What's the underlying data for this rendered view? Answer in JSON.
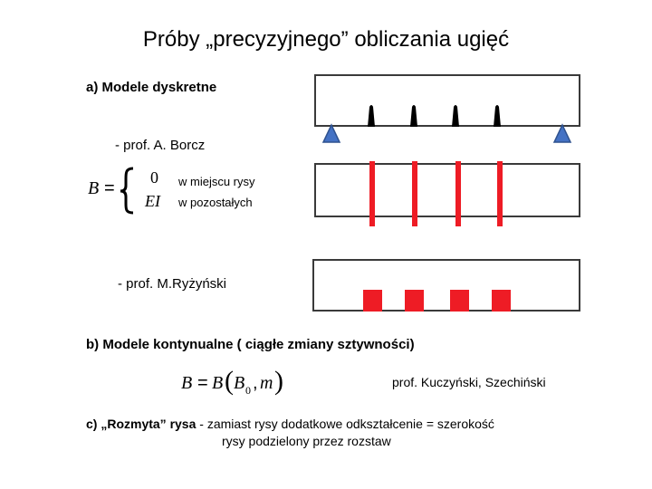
{
  "title": "Próby „precyzyjnego” obliczania ugięć",
  "section_a": {
    "heading": "a)   Modele dyskretne",
    "author1": "- prof. A. Borcz",
    "formula": {
      "lhs": "B",
      "eq": "=",
      "case1_value": "0",
      "case1_text": "w miejscu rysy",
      "case2_value": "EI",
      "case2_text": "w pozostałych"
    },
    "author2": "- prof.  M.Ryżyński"
  },
  "section_b": {
    "heading": "b) Modele kontynualne ( ciągłe zmiany sztywności)",
    "formula": {
      "lhs": "B",
      "eq": "=",
      "fn": "B",
      "arg1": "B",
      "arg1_sub": "0",
      "sep": ",",
      "arg2": "m"
    },
    "authors": "prof. Kuczyński, Szechiński"
  },
  "section_c": {
    "heading": "c) „Rozmyta” rysa",
    "line1": " - zamiast rysy dodatkowe odkształcenie = szerokość",
    "line2": "rysy podzielony przez rozstaw"
  },
  "colors": {
    "beam_border": "#3a3a3a",
    "crack_red": "#ee1c25",
    "support_blue": "#4472c4",
    "load_black": "#000000"
  }
}
